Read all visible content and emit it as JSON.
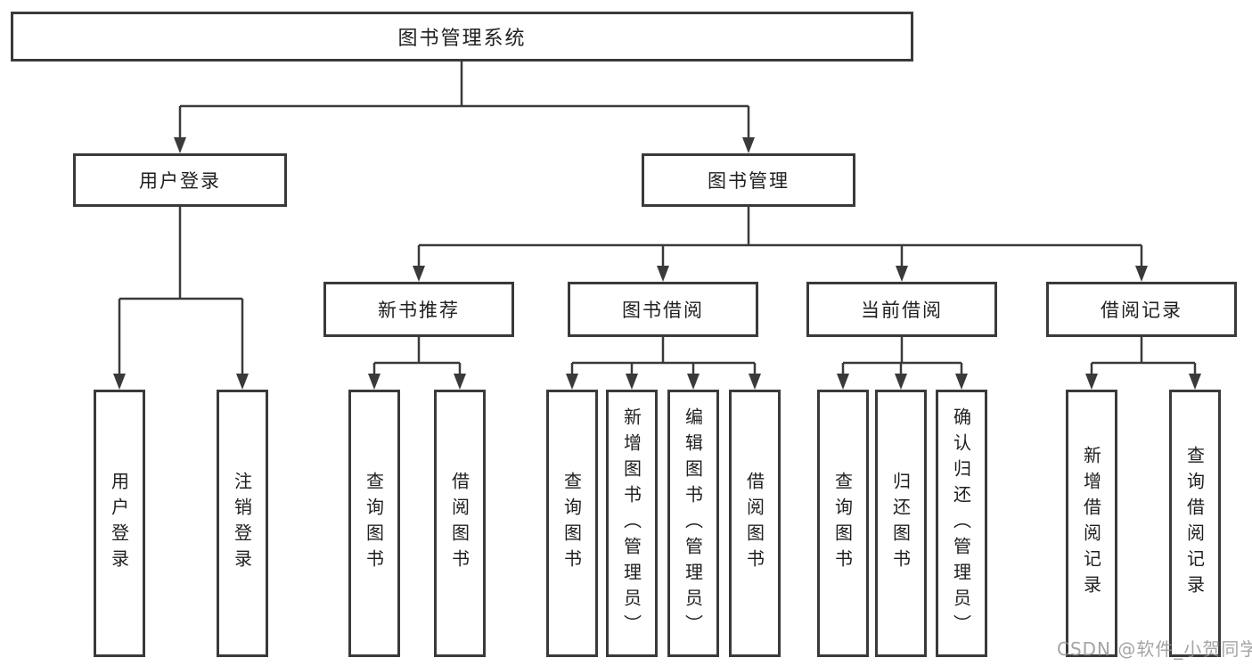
{
  "diagram_type": "hierarchy-tree",
  "tree": {
    "label": "图书管理系统",
    "children": [
      {
        "label": "用户登录",
        "children": [
          {
            "label": "用户登录"
          },
          {
            "label": "注销登录"
          }
        ]
      },
      {
        "label": "图书管理",
        "children": [
          {
            "label": "新书推荐",
            "children": [
              {
                "label": "查询图书"
              },
              {
                "label": "借阅图书"
              }
            ]
          },
          {
            "label": "图书借阅",
            "children": [
              {
                "label": "查询图书"
              },
              {
                "label": "新增图书（管理员）"
              },
              {
                "label": "编辑图书（管理员）"
              },
              {
                "label": "借阅图书"
              }
            ]
          },
          {
            "label": "当前借阅",
            "children": [
              {
                "label": "查询图书"
              },
              {
                "label": "归还图书"
              },
              {
                "label": "确认归还（管理员）"
              }
            ]
          },
          {
            "label": "借阅记录",
            "children": [
              {
                "label": "新增借阅记录"
              },
              {
                "label": "查询借阅记录"
              }
            ]
          }
        ]
      }
    ]
  },
  "watermark": {
    "text": "CSDN @软件_小贺同学"
  },
  "colors": {
    "line": "#3a3a3a",
    "box_border": "#3a3a3a",
    "text": "#1f1f1f",
    "watermark": "#949494",
    "background": "#ffffff"
  }
}
